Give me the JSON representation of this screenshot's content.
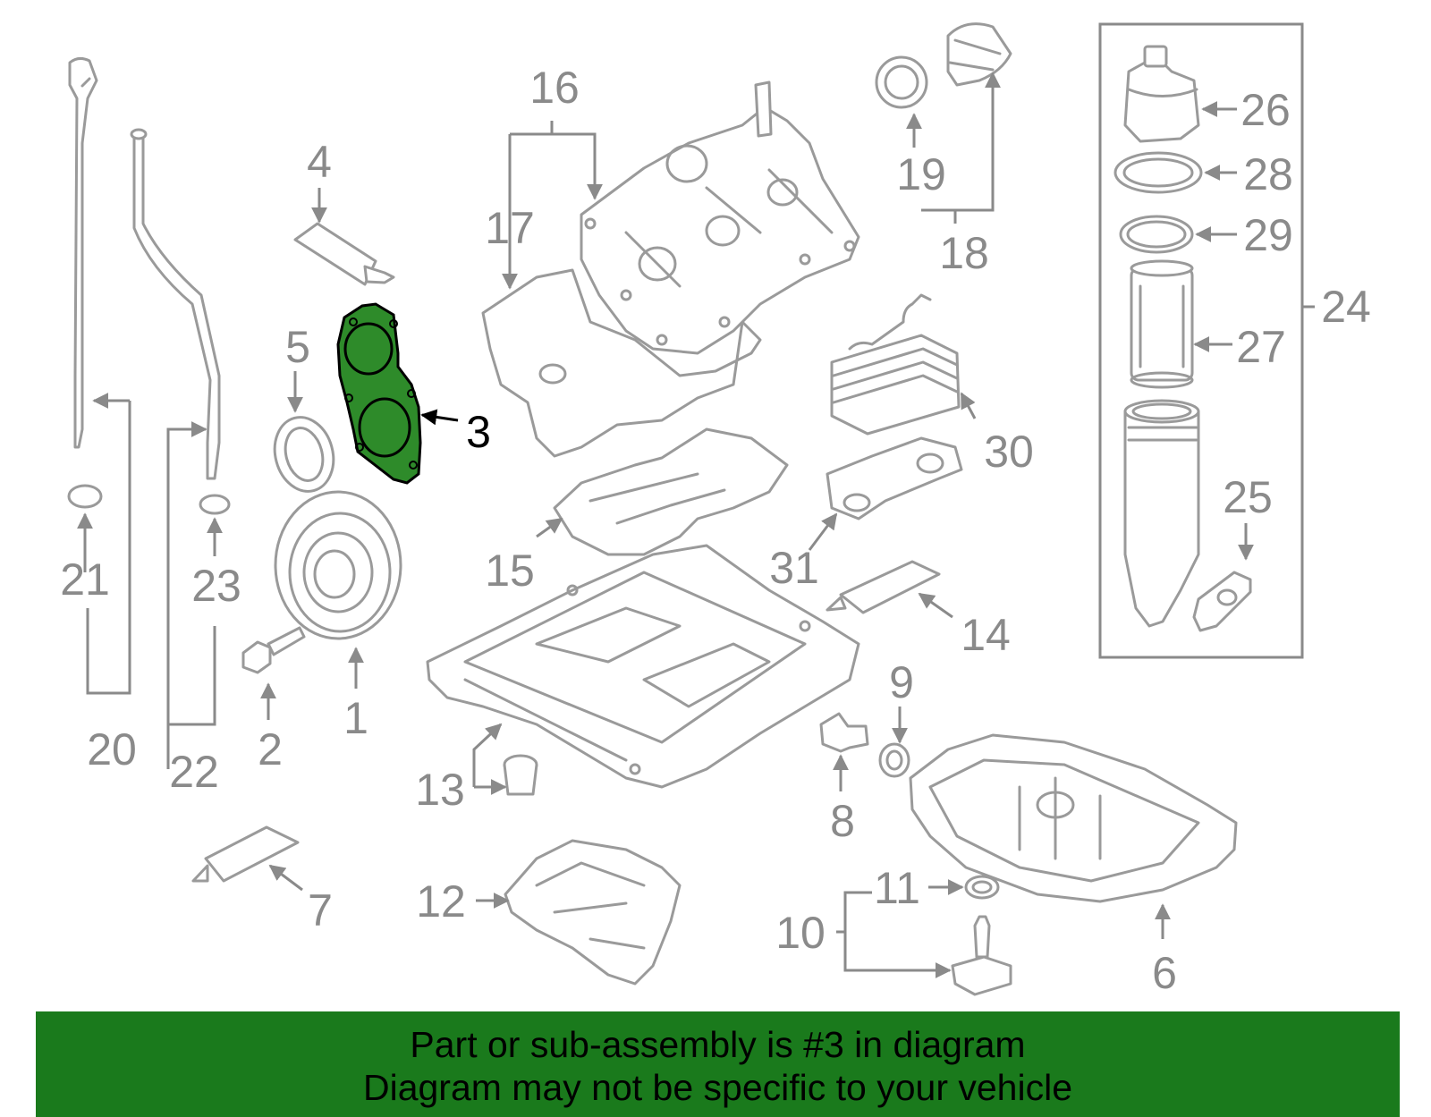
{
  "highlight_color": "#2e8b2a",
  "banner_color": "#1a7a1c",
  "labels": {
    "p1": "1",
    "p2": "2",
    "p3": "3",
    "p4": "4",
    "p5": "5",
    "p6": "6",
    "p7": "7",
    "p8": "8",
    "p9": "9",
    "p10": "10",
    "p11": "11",
    "p12": "12",
    "p13": "13",
    "p14": "14",
    "p15": "15",
    "p16": "16",
    "p17": "17",
    "p18": "18",
    "p19": "19",
    "p20": "20",
    "p21": "21",
    "p22": "22",
    "p23": "23",
    "p24": "24",
    "p25": "25",
    "p26": "26",
    "p27": "27",
    "p28": "28",
    "p29": "29",
    "p30": "30",
    "p31": "31"
  },
  "banner": {
    "line1": "Part or sub-assembly is #3 in diagram",
    "line2": "Diagram may not be specific to your vehicle"
  }
}
